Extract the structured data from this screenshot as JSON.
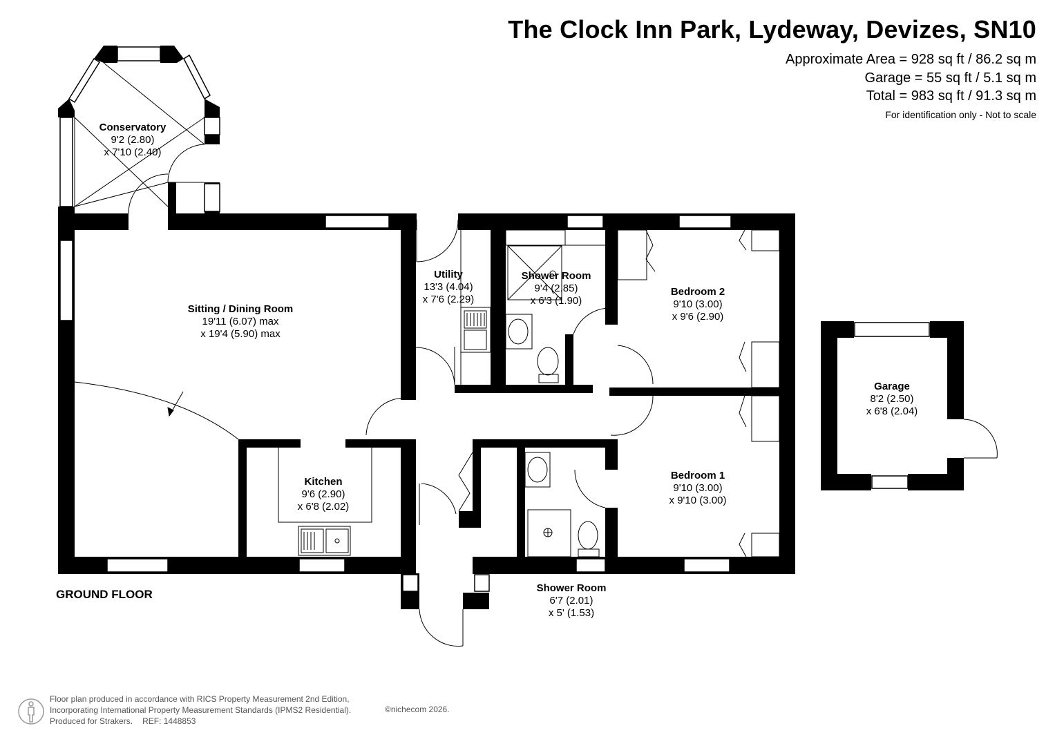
{
  "header": {
    "title": "The Clock Inn Park, Lydeway, Devizes, SN10",
    "approx_area": "Approximate Area = 928 sq ft / 86.2 sq m",
    "garage_area": "Garage = 55 sq ft / 5.1 sq m",
    "total_area": "Total = 983 sq ft / 91.3 sq m",
    "note": "For identification only - Not to scale"
  },
  "floor_label": "GROUND FLOOR",
  "rooms": {
    "conservatory": {
      "name": "Conservatory",
      "dim1": "9'2 (2.80)",
      "dim2": "x 7'10 (2.40)"
    },
    "sitting": {
      "name": "Sitting / Dining Room",
      "dim1": "19'11 (6.07) max",
      "dim2": "x 19'4 (5.90) max"
    },
    "utility": {
      "name": "Utility",
      "dim1": "13'3 (4.04)",
      "dim2": "x 7'6 (2.29)"
    },
    "shower1": {
      "name": "Shower Room",
      "dim1": "9'4 (2.85)",
      "dim2": "x 6'3 (1.90)"
    },
    "bedroom2": {
      "name": "Bedroom 2",
      "dim1": "9'10 (3.00)",
      "dim2": "x 9'6 (2.90)"
    },
    "garage": {
      "name": "Garage",
      "dim1": "8'2 (2.50)",
      "dim2": "x 6'8 (2.04)"
    },
    "kitchen": {
      "name": "Kitchen",
      "dim1": "9'6 (2.90)",
      "dim2": "x 6'8 (2.02)"
    },
    "bedroom1": {
      "name": "Bedroom 1",
      "dim1": "9'10 (3.00)",
      "dim2": "x 9'10 (3.00)"
    },
    "shower2": {
      "name": "Shower Room",
      "dim1": "6'7 (2.01)",
      "dim2": "x 5' (1.53)"
    }
  },
  "footer": {
    "line1": "Floor plan produced in accordance with RICS Property Measurement 2nd Edition,",
    "line2": "Incorporating International Property Measurement Standards (IPMS2 Residential).",
    "line3": "Produced for Strakers.",
    "ref": "REF: 1448853",
    "copyright": "©nichecom 2026."
  },
  "colors": {
    "wall": "#000000",
    "window": "#ffffff",
    "line": "#000000"
  }
}
